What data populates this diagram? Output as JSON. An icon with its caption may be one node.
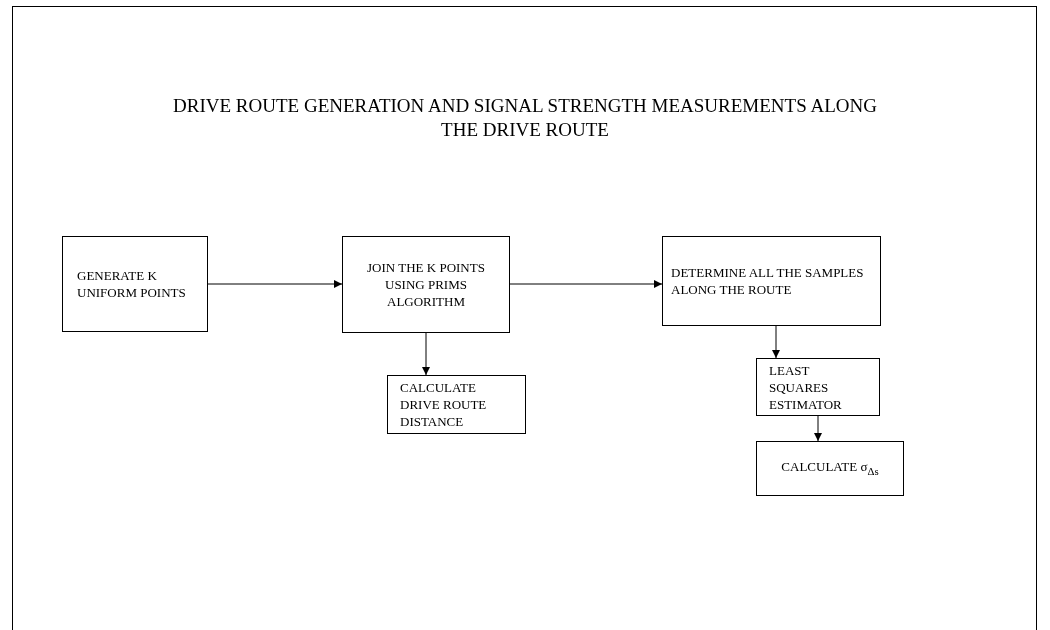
{
  "diagram": {
    "title": "DRIVE ROUTE GENERATION AND SIGNAL STRENGTH MEASUREMENTS ALONG THE DRIVE ROUTE",
    "nodes": [
      {
        "text": [
          "GENERATE K UNIFORM POINTS"
        ]
      },
      {
        "text": [
          "JOIN THE K POINTS USING PRIMS ALGORITHM"
        ]
      },
      {
        "text": [
          "DETERMINE ALL THE SAMPLES ALONG THE ROUTE"
        ]
      },
      {
        "text": [
          "CALCULATE DRIVE ROUTE DISTANCE"
        ]
      },
      {
        "text": [
          "LEAST SQUARES ESTIMATOR"
        ]
      },
      {
        "text": [
          "CALCULATE σ$_{Δs}$"
        ]
      }
    ],
    "edges": [
      {
        "from": 0,
        "to": 1,
        "arrow": "to"
      },
      {
        "from": 1,
        "to": 2,
        "arrow": "to"
      },
      {
        "from": 1,
        "to": 3,
        "arrow": "to"
      },
      {
        "from": 2,
        "to": 4,
        "arrow": "to"
      },
      {
        "from": 4,
        "to": 5,
        "arrow": "to"
      }
    ]
  }
}
